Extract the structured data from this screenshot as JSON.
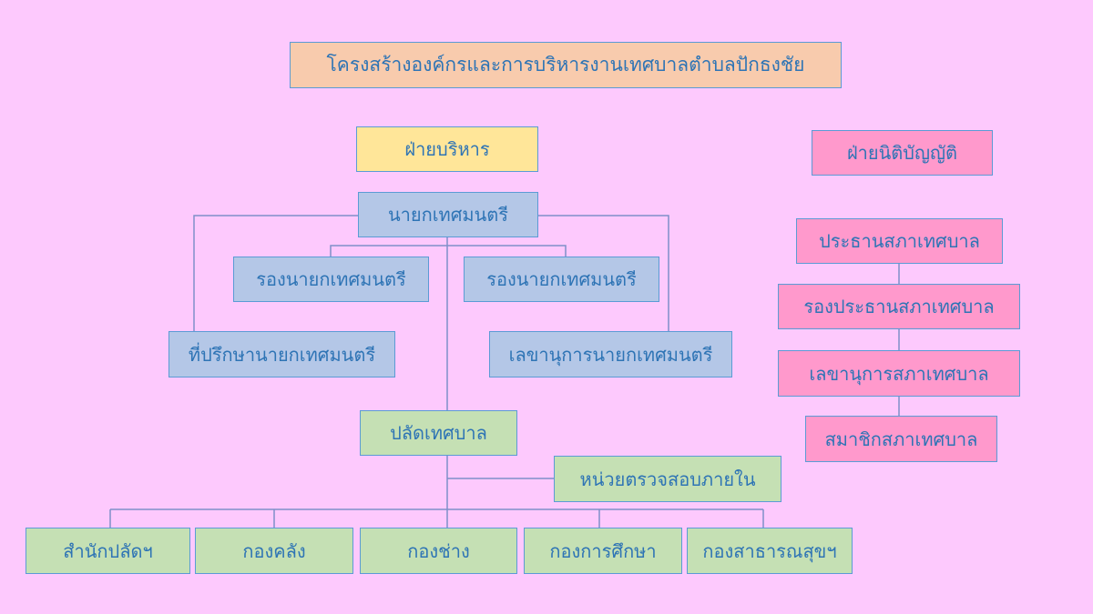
{
  "title": "โครงสร้างองค์กรและการบริหารงานเทศบาลตำบลปักธงชัย",
  "executive": {
    "heading": "ฝ่ายบริหาร",
    "mayor": "นายกเทศมนตรี",
    "deputy_mayors": [
      "รองนายกเทศมนตรี",
      "รองนายกเทศมนตรี"
    ],
    "advisor": "ที่ปรึกษานายกเทศมนตรี",
    "secretary": "เลขานุการนายกเทศมนตรี",
    "clerk": "ปลัดเทศบาล",
    "internal_audit": "หน่วยตรวจสอบภายใน",
    "divisions": [
      "สำนักปลัดฯ",
      "กองคลัง",
      "กองช่าง",
      "กองการศึกษา",
      "กองสาธารณสุขฯ"
    ]
  },
  "legislative": {
    "heading": "ฝ่ายนิติบัญญัติ",
    "members": [
      "ประธานสภาเทศบาล",
      "รองประธานสภาเทศบาล",
      "เลขานุการสภาเทศบาล",
      "สมาชิกสภาเทศบาล"
    ]
  }
}
